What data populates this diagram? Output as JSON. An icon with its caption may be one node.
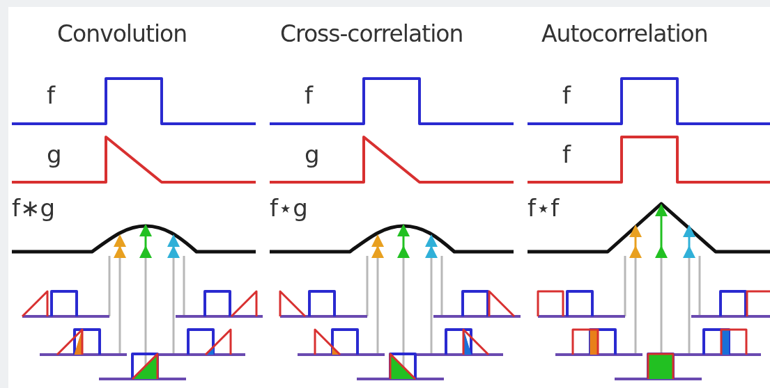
{
  "diagram": {
    "labels": [
      "Convolution",
      "Cross-correlation",
      "Autocorrelation",
      "f",
      "f",
      "f",
      "g",
      "g",
      "f",
      "f∗g",
      "f⋆g",
      "f⋆f"
    ]
  }
}
